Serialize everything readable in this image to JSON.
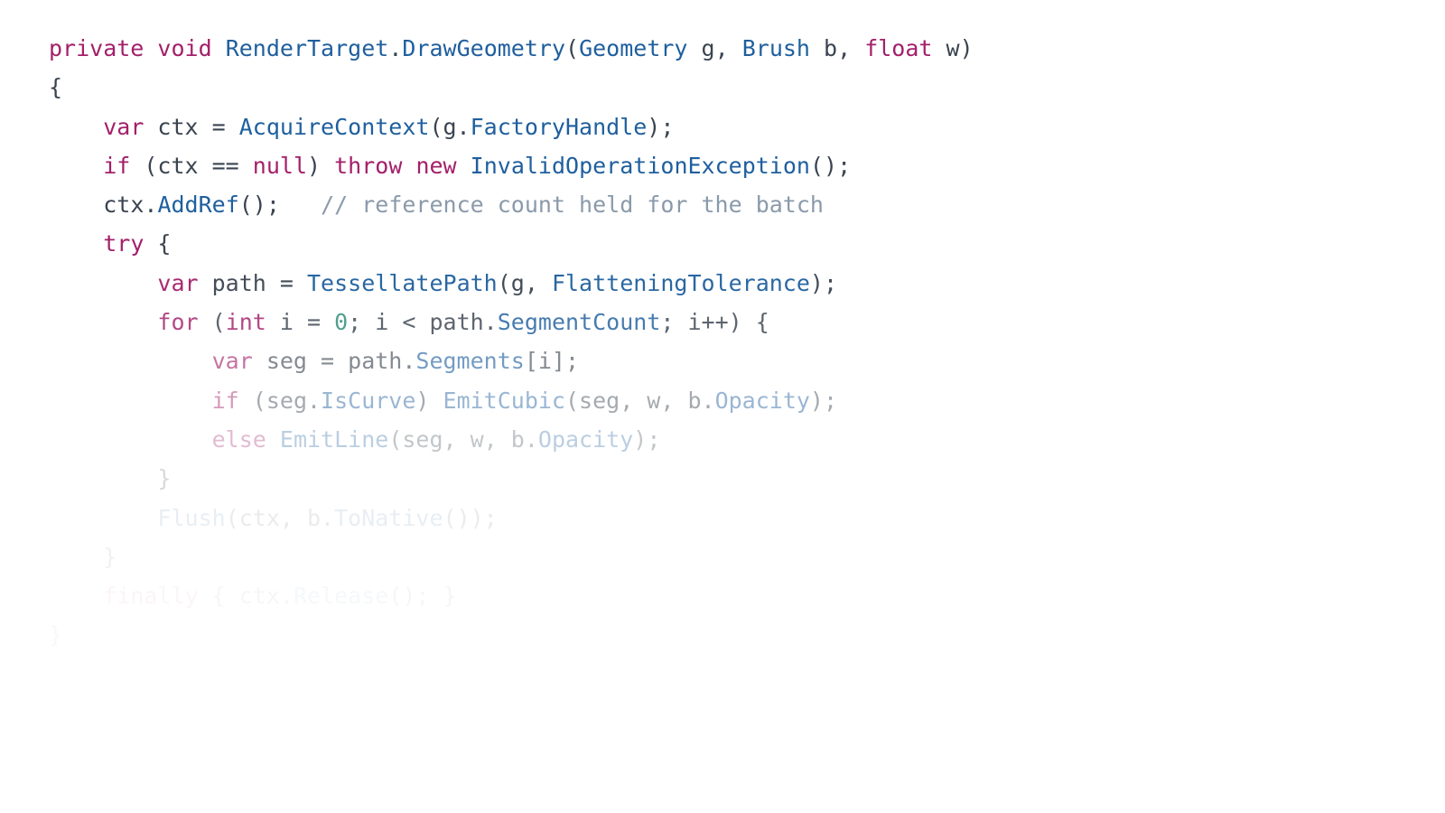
{
  "editor": {
    "language": "csharp",
    "colors": {
      "keyword": "#a3206a",
      "identifier": "#1f5f9e",
      "plain": "#3a4450",
      "number": "#2c8a7a",
      "comment": "#8a9aaa",
      "background": "#ffffff"
    },
    "lines": [
      {
        "indent": "",
        "opacity": 1.0,
        "tokens": [
          {
            "t": "kw",
            "v": "private"
          },
          {
            "t": "pl",
            "v": " "
          },
          {
            "t": "kw",
            "v": "void"
          },
          {
            "t": "pl",
            "v": " "
          },
          {
            "t": "fn",
            "v": "RenderTarget"
          },
          {
            "t": "pl",
            "v": "."
          },
          {
            "t": "fn",
            "v": "DrawGeometry"
          },
          {
            "t": "pl",
            "v": "("
          },
          {
            "t": "fn",
            "v": "Geometry"
          },
          {
            "t": "pl",
            "v": " g, "
          },
          {
            "t": "fn",
            "v": "Brush"
          },
          {
            "t": "pl",
            "v": " b, "
          },
          {
            "t": "kw",
            "v": "float"
          },
          {
            "t": "pl",
            "v": " w)"
          }
        ]
      },
      {
        "indent": "",
        "opacity": 1.0,
        "tokens": [
          {
            "t": "pl",
            "v": "{"
          }
        ]
      },
      {
        "indent": "    ",
        "opacity": 1.0,
        "tokens": [
          {
            "t": "kw",
            "v": "var"
          },
          {
            "t": "pl",
            "v": " ctx = "
          },
          {
            "t": "fn",
            "v": "AcquireContext"
          },
          {
            "t": "pl",
            "v": "(g."
          },
          {
            "t": "fn",
            "v": "FactoryHandle"
          },
          {
            "t": "pl",
            "v": ");"
          }
        ]
      },
      {
        "indent": "    ",
        "opacity": 1.0,
        "tokens": [
          {
            "t": "kw",
            "v": "if"
          },
          {
            "t": "pl",
            "v": " (ctx == "
          },
          {
            "t": "kw",
            "v": "null"
          },
          {
            "t": "pl",
            "v": ") "
          },
          {
            "t": "kw",
            "v": "throw"
          },
          {
            "t": "pl",
            "v": " "
          },
          {
            "t": "kw",
            "v": "new"
          },
          {
            "t": "pl",
            "v": " "
          },
          {
            "t": "fn",
            "v": "InvalidOperationException"
          },
          {
            "t": "pl",
            "v": "();"
          }
        ]
      },
      {
        "indent": "    ",
        "opacity": 1.0,
        "tokens": [
          {
            "t": "pl",
            "v": "ctx."
          },
          {
            "t": "fn",
            "v": "AddRef"
          },
          {
            "t": "pl",
            "v": "();   "
          },
          {
            "t": "cm",
            "v": "// reference count held for the batch"
          }
        ]
      },
      {
        "indent": "    ",
        "opacity": 1.0,
        "tokens": [
          {
            "t": "kw",
            "v": "try"
          },
          {
            "t": "pl",
            "v": " {"
          }
        ]
      },
      {
        "indent": "        ",
        "opacity": 0.95,
        "tokens": [
          {
            "t": "kw",
            "v": "var"
          },
          {
            "t": "pl",
            "v": " path = "
          },
          {
            "t": "fn",
            "v": "TessellatePath"
          },
          {
            "t": "pl",
            "v": "(g, "
          },
          {
            "t": "fn",
            "v": "FlatteningTolerance"
          },
          {
            "t": "pl",
            "v": ");"
          }
        ]
      },
      {
        "indent": "        ",
        "opacity": 0.82,
        "tokens": [
          {
            "t": "kw",
            "v": "for"
          },
          {
            "t": "pl",
            "v": " ("
          },
          {
            "t": "kw",
            "v": "int"
          },
          {
            "t": "pl",
            "v": " i = "
          },
          {
            "t": "num",
            "v": "0"
          },
          {
            "t": "pl",
            "v": "; i < path."
          },
          {
            "t": "fn",
            "v": "SegmentCount"
          },
          {
            "t": "pl",
            "v": "; i++) {"
          }
        ]
      },
      {
        "indent": "            ",
        "opacity": 0.62,
        "tokens": [
          {
            "t": "kw",
            "v": "var"
          },
          {
            "t": "pl",
            "v": " seg = path."
          },
          {
            "t": "fn",
            "v": "Segments"
          },
          {
            "t": "pl",
            "v": "[i];"
          }
        ]
      },
      {
        "indent": "            ",
        "opacity": 0.45,
        "tokens": [
          {
            "t": "kw",
            "v": "if"
          },
          {
            "t": "pl",
            "v": " (seg."
          },
          {
            "t": "fn",
            "v": "IsCurve"
          },
          {
            "t": "pl",
            "v": ") "
          },
          {
            "t": "fn",
            "v": "EmitCubic"
          },
          {
            "t": "pl",
            "v": "(seg, w, b."
          },
          {
            "t": "fn",
            "v": "Opacity"
          },
          {
            "t": "pl",
            "v": ");"
          }
        ]
      },
      {
        "indent": "            ",
        "opacity": 0.3,
        "tokens": [
          {
            "t": "kw",
            "v": "else"
          },
          {
            "t": "pl",
            "v": " "
          },
          {
            "t": "fn",
            "v": "EmitLine"
          },
          {
            "t": "pl",
            "v": "(seg, w, b."
          },
          {
            "t": "fn",
            "v": "Opacity"
          },
          {
            "t": "pl",
            "v": ");"
          }
        ]
      },
      {
        "indent": "        ",
        "opacity": 0.2,
        "tokens": [
          {
            "t": "pl",
            "v": "}"
          }
        ]
      },
      {
        "indent": "        ",
        "opacity": 0.1,
        "tokens": [
          {
            "t": "fn",
            "v": "Flush"
          },
          {
            "t": "pl",
            "v": "(ctx, b."
          },
          {
            "t": "fn",
            "v": "ToNative"
          },
          {
            "t": "pl",
            "v": "());"
          }
        ]
      },
      {
        "indent": "    ",
        "opacity": 0.07,
        "tokens": [
          {
            "t": "pl",
            "v": "}"
          }
        ]
      },
      {
        "indent": "    ",
        "opacity": 0.04,
        "tokens": [
          {
            "t": "kw",
            "v": "finally"
          },
          {
            "t": "pl",
            "v": " { ctx."
          },
          {
            "t": "fn",
            "v": "Release"
          },
          {
            "t": "pl",
            "v": "(); }"
          }
        ]
      },
      {
        "indent": "",
        "opacity": 0.03,
        "tokens": [
          {
            "t": "pl",
            "v": "}"
          }
        ]
      }
    ]
  }
}
